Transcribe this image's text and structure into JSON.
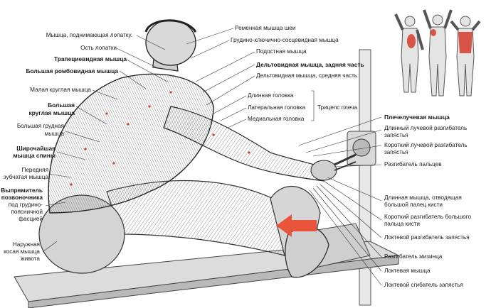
{
  "labels": {
    "levator_scapulae": "Мышца, поднимающая лопатку.",
    "scapular_spine": "Ость лопатки",
    "trapezius": "Трапециевидная мышца",
    "rhomboid_major": "Большая ромбовидная мышца",
    "teres_minor": "Малая круглая мышца",
    "teres_major_1": "Большая",
    "teres_major_2": "круглая мышца",
    "pec_major_1": "Большая грудная",
    "pec_major_2": "мышца",
    "lat_1": "Широчайшая",
    "lat_2": "мышца спины",
    "serratus_1": "Передняя",
    "serratus_2": "зубчатая мышца",
    "erector_1": "Выпрямитель",
    "erector_2": "позвоночника",
    "erector_3": "под грудино-",
    "erector_4": "поясничной",
    "erector_5": "фасцией",
    "ext_oblique_1": "Наружная",
    "ext_oblique_2": "косая мышца",
    "ext_oblique_3": "живота",
    "splenius": "Ременная мышца шеи",
    "scm": "Грудино-ключично-сосцевидная мышца",
    "infraspinatus": "Подостная мышца",
    "rear_delt": "Дельтовидная мышца, задняя часть",
    "mid_delt": "Дельтовидная мышца, средняя часть",
    "triceps_long": "Длинная головка",
    "triceps_lateral": "Латеральная головка",
    "triceps_medial": "Медиальная головка",
    "triceps": "Трицепс плеча",
    "brachioradialis": "Плечелучевая мышца",
    "ecrl_1": "Длинный лучевой разгибатель",
    "ecrl_2": "запястья",
    "ecrb_1": "Короткий лучевой разгибатель",
    "ecrb_2": "запястья",
    "ext_digitorum": "Разгибатель пальцев",
    "apl_1": "Длинная мышца, отводящая",
    "apl_2": "большой палец кисти",
    "epb_1": "Короткий разгибатель большого",
    "epb_2": "пальца кисти",
    "ecu": "Локтевой разгибатель запястья",
    "ext_digiti_minimi": "Разгибатель мизинца",
    "anconeus": "Локтевая мышца",
    "fcu": "Локтевой сгибатель запястья"
  },
  "colors": {
    "arrow": "#e8553a",
    "highlight": "#d63b2c",
    "ink": "#1a1a1a",
    "line": "#333333"
  },
  "icons": {
    "motion_arrow": "left-arrow",
    "figures": "muscle-anatomy-thumbnails"
  }
}
